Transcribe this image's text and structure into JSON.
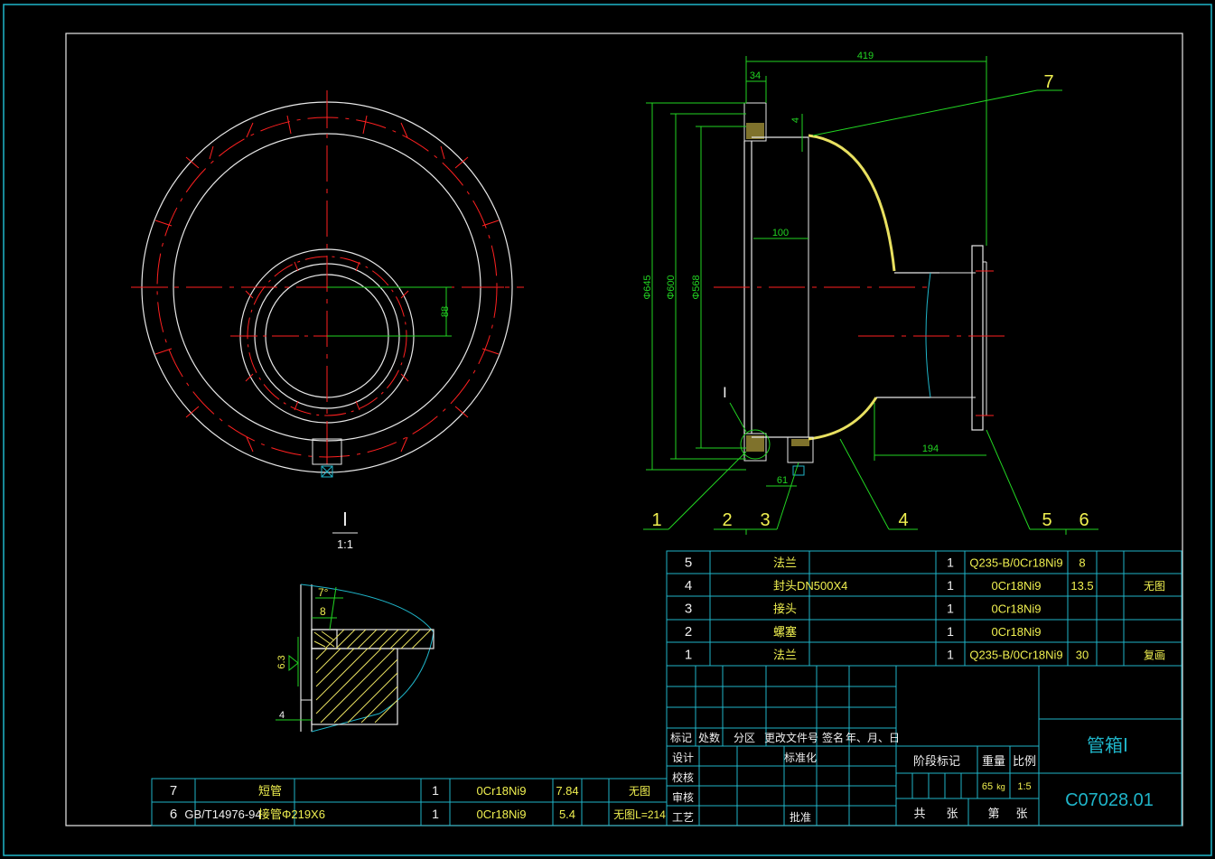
{
  "drawing": {
    "title_name": "管箱Ⅰ",
    "drawing_number": "C07028.01",
    "weight": "65",
    "weight_unit": "kg",
    "scale": "1:5",
    "labels": {
      "stage_mark": "阶段标记",
      "weight": "重量",
      "scale": "比例",
      "total": "共",
      "sheet_unit": "张",
      "sheet_no": "第",
      "mark": "标记",
      "count": "处数",
      "zone": "分区",
      "change_doc": "更改文件号",
      "signature": "签名",
      "date": "年、月、日",
      "design": "设计",
      "standardize": "标准化",
      "check": "校核",
      "review": "审核",
      "process": "工艺",
      "approve": "批准"
    }
  },
  "parts_upper": [
    {
      "no": "5",
      "std": "",
      "name": "法兰",
      "qty": "1",
      "material": "Q235-B/0Cr18Ni9",
      "weight": "8",
      "remark": ""
    },
    {
      "no": "4",
      "std": "",
      "name": "封头DN500X4",
      "qty": "1",
      "material": "0Cr18Ni9",
      "weight": "13.5",
      "remark": "无图"
    },
    {
      "no": "3",
      "std": "",
      "name": "接头",
      "qty": "1",
      "material": "0Cr18Ni9",
      "weight": "",
      "remark": ""
    },
    {
      "no": "2",
      "std": "",
      "name": "螺塞",
      "qty": "1",
      "material": "0Cr18Ni9",
      "weight": "",
      "remark": ""
    },
    {
      "no": "1",
      "std": "",
      "name": "法兰",
      "qty": "1",
      "material": "Q235-B/0Cr18Ni9",
      "weight": "30",
      "remark": "复画"
    }
  ],
  "parts_lower": [
    {
      "no": "7",
      "std": "",
      "name": "短管",
      "qty": "1",
      "material": "0Cr18Ni9",
      "weight": "7.84",
      "remark": "无图"
    },
    {
      "no": "6",
      "std": "GB/T14976-94",
      "name": "接管Φ219X6",
      "qty": "1",
      "material": "0Cr18Ni9",
      "weight": "5.4",
      "remark": "无图L=214"
    }
  ],
  "dimensions": {
    "d419": "419",
    "d34": "34",
    "d4": "4",
    "d100": "100",
    "d645": "Φ645",
    "d600": "Φ600",
    "d568": "Φ568",
    "d88": "88",
    "d194": "194",
    "d61": "61",
    "d7deg": "7°",
    "d8": "8",
    "d63": "6.3",
    "d4b": "4"
  },
  "balloons": {
    "b1": "1",
    "b2": "2",
    "b3": "3",
    "b4": "4",
    "b5": "5",
    "b6": "6",
    "b7": "7",
    "detail": "Ⅰ"
  },
  "detail_view": {
    "name": "Ⅰ",
    "scale": "1:1"
  }
}
